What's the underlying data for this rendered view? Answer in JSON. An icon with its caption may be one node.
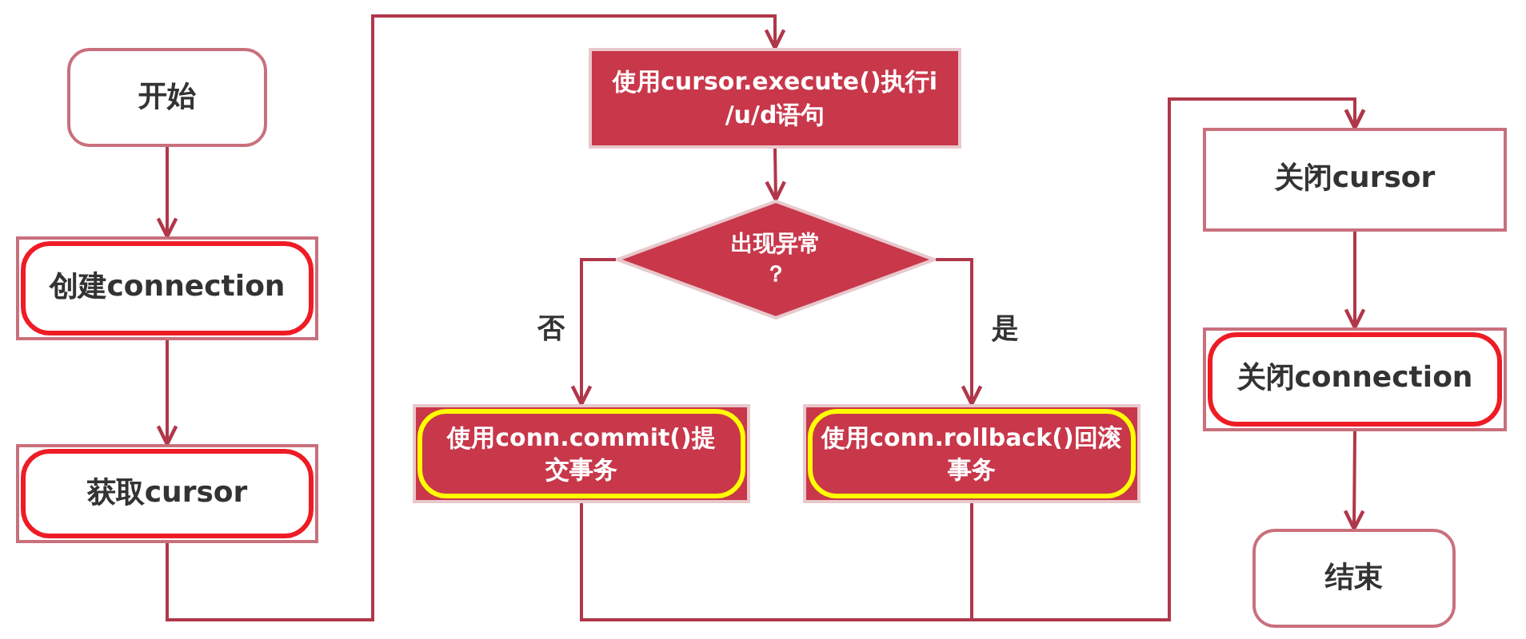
{
  "diagram": {
    "nodes": [
      {
        "text": [
          "开始"
        ]
      },
      {
        "text": [
          "创建connection"
        ]
      },
      {
        "text": [
          "获取cursor"
        ]
      },
      {
        "text": [
          "使用cursor.execute()执行i/u/d语句"
        ]
      },
      {
        "text": [
          "出现异常？"
        ]
      },
      {
        "text": [
          "使用conn.commit()提交事务"
        ]
      },
      {
        "text": [
          "使用conn.rollback()回滚事务"
        ]
      },
      {
        "text": [
          "关闭cursor"
        ]
      },
      {
        "text": [
          "关闭connection"
        ]
      },
      {
        "text": [
          "结束"
        ]
      }
    ],
    "edges": [
      {
        "from": 0,
        "to": 1,
        "arrow": "to"
      },
      {
        "from": 1,
        "to": 2,
        "arrow": "to"
      },
      {
        "from": 2,
        "to": 3,
        "arrow": "to"
      },
      {
        "from": 3,
        "to": 4,
        "arrow": "to"
      },
      {
        "from": 4,
        "to": 5,
        "arrow": "to",
        "label": "否"
      },
      {
        "from": 4,
        "to": 6,
        "arrow": "to",
        "label": "是"
      },
      {
        "from": 5,
        "to": 7,
        "arrow": "to"
      },
      {
        "from": 6,
        "to": 7,
        "arrow": "to"
      },
      {
        "from": 7,
        "to": 8,
        "arrow": "to"
      },
      {
        "from": 8,
        "to": 9,
        "arrow": "to"
      }
    ]
  }
}
